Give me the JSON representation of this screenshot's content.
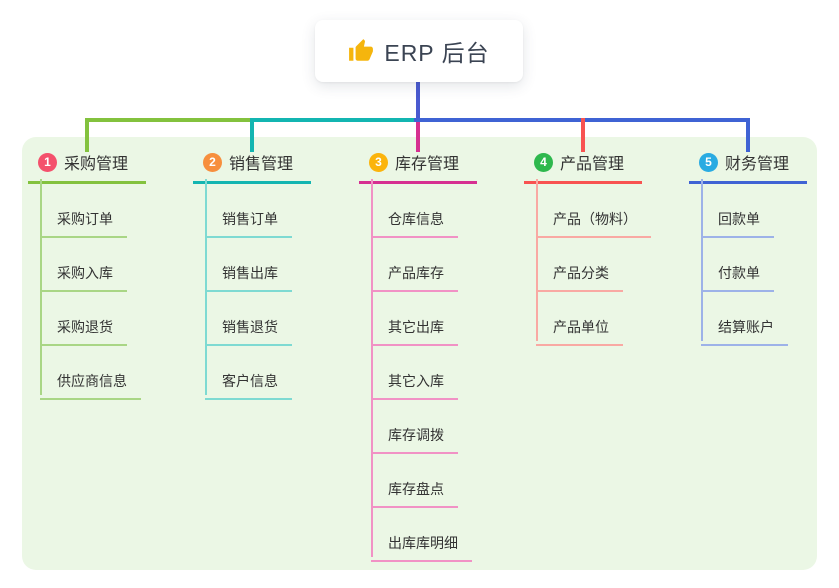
{
  "root": {
    "title": "ERP 后台",
    "icon": "thumbs-up-icon"
  },
  "colors": {
    "page_bg": "#ffffff",
    "panel_bg": "#ebf7e5",
    "root_line": "#4a5ad0",
    "text": "#333333",
    "root_title_color": "#3b4453",
    "thumb_icon_color": "#f5b50d"
  },
  "branches": [
    {
      "index": "1",
      "label": "采购管理",
      "badge_color": "#f4516c",
      "accent": "#83c23e",
      "light": "#a9d685",
      "children": [
        "采购订单",
        "采购入库",
        "采购退货",
        "供应商信息"
      ]
    },
    {
      "index": "2",
      "label": "销售管理",
      "badge_color": "#f78f3d",
      "accent": "#13b5b1",
      "light": "#7edad2",
      "children": [
        "销售订单",
        "销售出库",
        "销售退货",
        "客户信息"
      ]
    },
    {
      "index": "3",
      "label": "库存管理",
      "badge_color": "#fbb40c",
      "accent": "#d63091",
      "light": "#f192c5",
      "children": [
        "仓库信息",
        "产品库存",
        "其它出库",
        "其它入库",
        "库存调拨",
        "库存盘点",
        "出库库明细"
      ]
    },
    {
      "index": "4",
      "label": "产品管理",
      "badge_color": "#2eb84d",
      "accent": "#f85351",
      "light": "#f9a9a3",
      "children": [
        "产品（物料）",
        "产品分类",
        "产品单位"
      ]
    },
    {
      "index": "5",
      "label": "财务管理",
      "badge_color": "#29abe2",
      "accent": "#3f63d4",
      "light": "#9db2e8",
      "children": [
        "回款单",
        "付款单",
        "结算账户"
      ]
    }
  ]
}
